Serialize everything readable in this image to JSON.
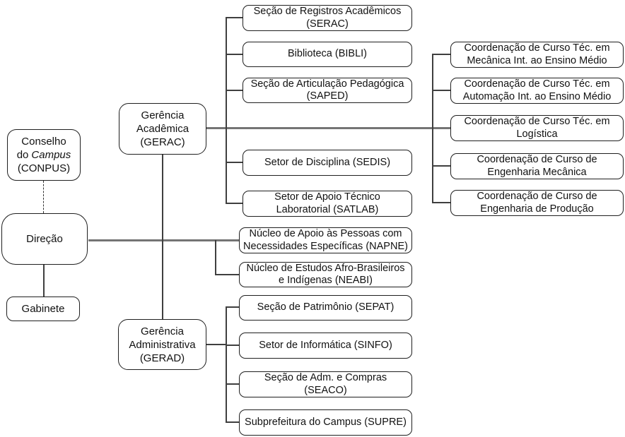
{
  "diagram": {
    "type": "org-chart",
    "colors": {
      "background": "#ffffff",
      "box_border": "#1f1f1f",
      "text": "#111111",
      "connector": "#3f3f3f",
      "main_connector": "#747474"
    },
    "nodes": {
      "conpus": {
        "line1": "Conselho",
        "line2_prefix": "do",
        "line2_italic": "Campus",
        "line3": "(CONPUS)"
      },
      "direcao": {
        "label": "Direção"
      },
      "gabinete": {
        "label": "Gabinete"
      },
      "gerac": {
        "label": "Gerência\nAcadêmica\n(GERAC)"
      },
      "gerad": {
        "label": "Gerência\nAdministrativa\n(GERAD)"
      },
      "serac": {
        "label": "Seção de Registros Acadêmicos\n(SERAC)"
      },
      "bibli": {
        "label": "Biblioteca (BIBLI)"
      },
      "saped": {
        "label": "Seção de Articulação Pedagógica\n(SAPED)"
      },
      "sedis": {
        "label": "Setor de Disciplina (SEDIS)"
      },
      "satlab": {
        "label": "Setor de Apoio Técnico\nLaboratorial (SATLAB)"
      },
      "napne": {
        "label": "Núcleo de Apoio às Pessoas com\nNecessidades Específicas (NAPNE)"
      },
      "neabi": {
        "label": "Núcleo de Estudos Afro-Brasileiros\ne Indígenas (NEABI)"
      },
      "sepat": {
        "label": "Seção de Patrimônio (SEPAT)"
      },
      "sinfo": {
        "label": "Setor de Informática (SINFO)"
      },
      "seaco": {
        "label": "Seção de Adm. e Compras\n(SEACO)"
      },
      "supre": {
        "label": "Subprefeitura do Campus (SUPRE)"
      },
      "coord_tec_mecanica": {
        "label": "Coordenação de Curso Téc. em\nMecânica Int. ao Ensino Médio"
      },
      "coord_tec_automacao": {
        "label": "Coordenação de Curso Téc. em\nAutomação Int. ao Ensino Médio"
      },
      "coord_tec_logistica": {
        "label": "Coordenação de Curso Téc. em\nLogística"
      },
      "coord_eng_mecanica": {
        "label": "Coordenação de Curso de\nEngenharia Mecânica"
      },
      "coord_eng_producao": {
        "label": "Coordenação de Curso de\nEngenharia de Produção"
      }
    }
  }
}
